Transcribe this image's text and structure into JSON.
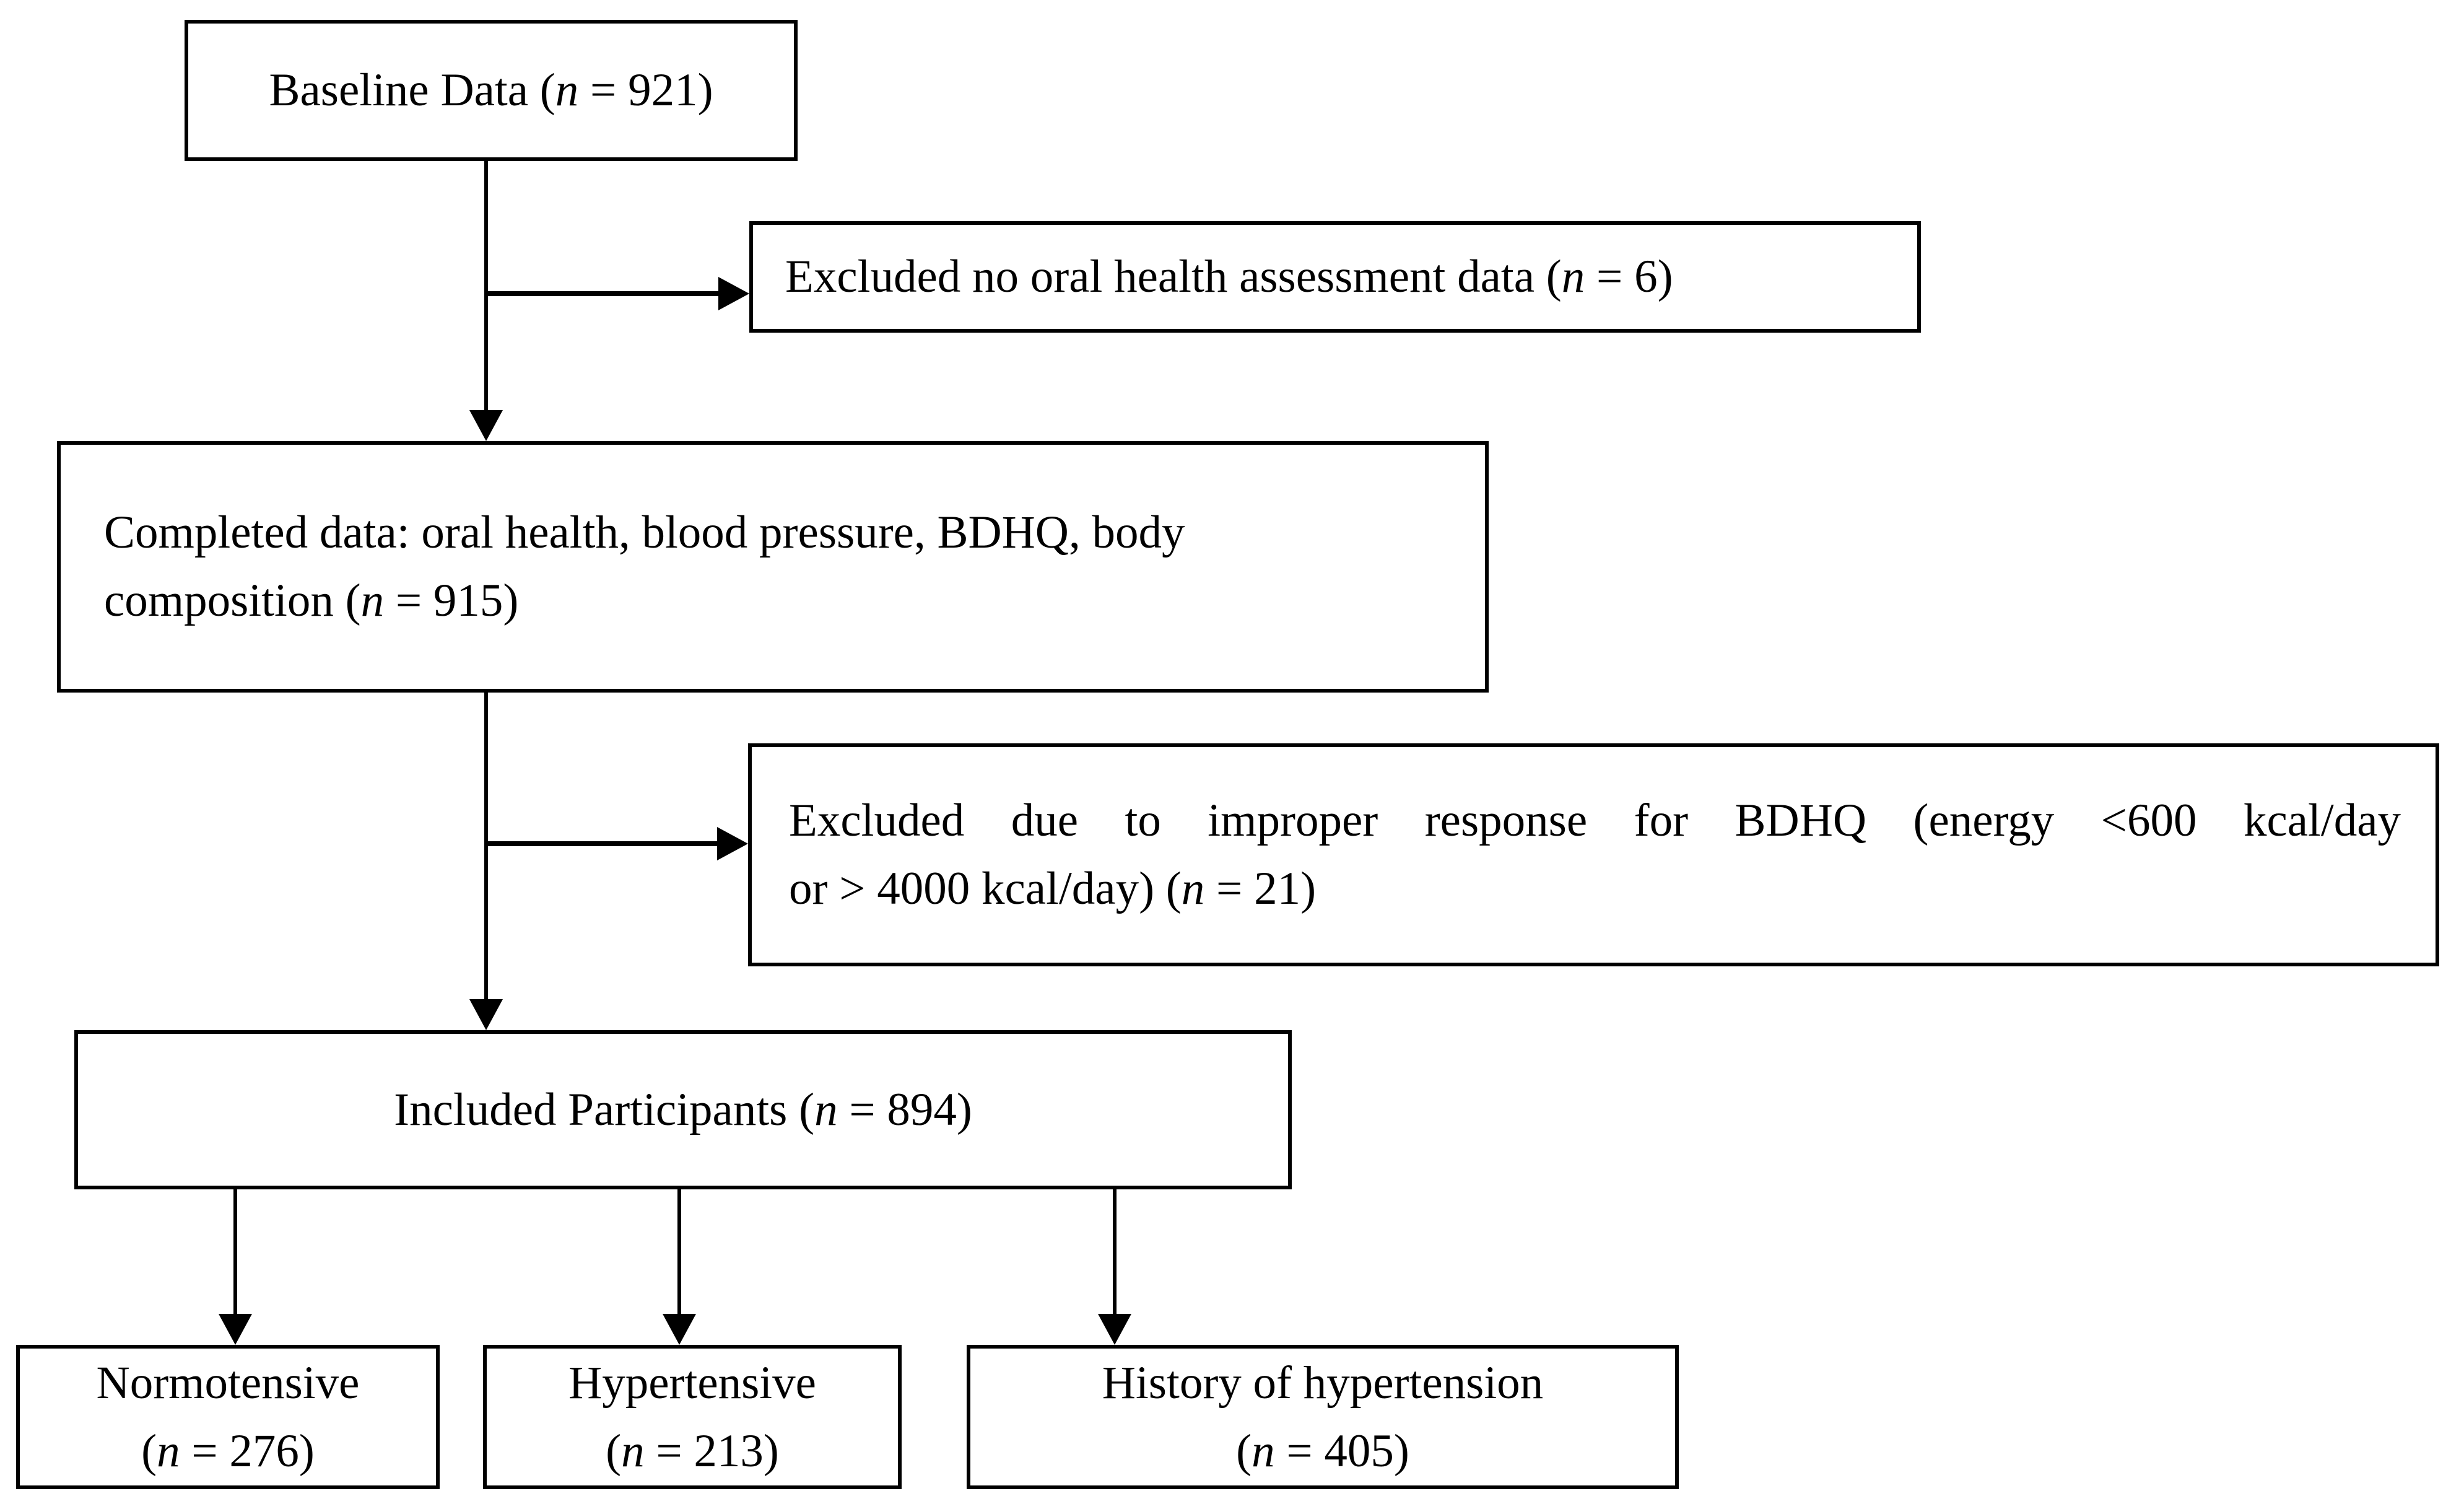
{
  "colors": {
    "background": "#ffffff",
    "line": "#000000",
    "text": "#000000"
  },
  "nodes": {
    "baseline": {
      "pre": "Baseline Data (",
      "var": "n",
      "post": " = 921)"
    },
    "excluded_oral": {
      "pre": "Excluded no oral health assessment data (",
      "var": "n",
      "post": " = 6)"
    },
    "completed": {
      "line1": "Completed data: oral health, blood pressure, BDHQ, body",
      "line2_pre": "composition (",
      "var": "n",
      "line2_post": " = 915)"
    },
    "excluded_bdhq": {
      "line1": "Excluded due to improper response for BDHQ (energy <600 kcal/day",
      "line2_pre": "or > 4000 kcal/day) (",
      "var": "n",
      "line2_post": " = 21)"
    },
    "included": {
      "pre": "Included Participants (",
      "var": "n",
      "post": " = 894)"
    },
    "normotensive": {
      "line1": "Normotensive",
      "line2_pre": "(",
      "var": "n",
      "line2_post": " = 276)"
    },
    "hypertensive": {
      "line1": "Hypertensive",
      "line2_pre": "(",
      "var": "n",
      "line2_post": " = 213)"
    },
    "history_hypertension": {
      "line1": "History of hypertension",
      "line2_pre": "(",
      "var": "n",
      "line2_post": " = 405)"
    }
  }
}
